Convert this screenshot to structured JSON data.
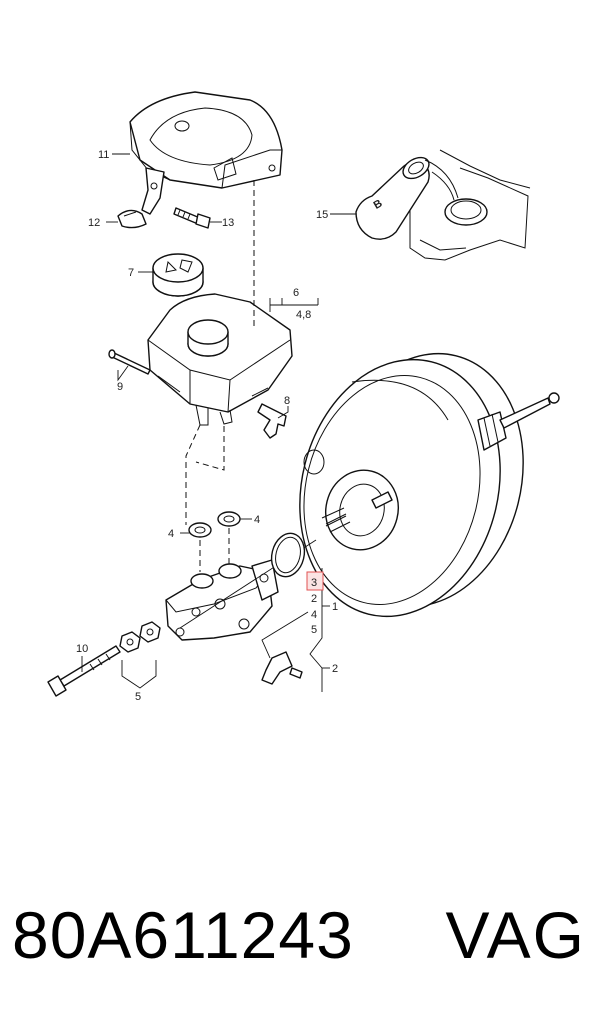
{
  "labels": {
    "l1": "1",
    "l2a": "2",
    "l2b": "2",
    "l3": "3",
    "l4a": "4",
    "l4b": "4",
    "l4c": "4",
    "l5a": "5",
    "l5b": "5",
    "l6": "6",
    "l48": "4,8",
    "l7": "7",
    "l8": "8",
    "l9": "9",
    "l10": "10",
    "l11": "11",
    "l12": "12",
    "l13": "13",
    "l15": "15"
  },
  "cap_letter": "B",
  "footer": {
    "part_number": "80A611243",
    "brand": "VAG"
  },
  "colors": {
    "highlight_border": "#e05252",
    "highlight_fill": "#fbe3e3"
  }
}
